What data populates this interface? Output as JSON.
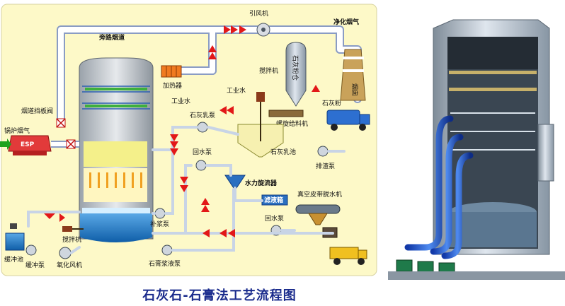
{
  "labels": {
    "induced_fan": "引风机",
    "clean_gas": "净化烟气",
    "bypass_duct": "旁路烟道",
    "chimney": "烟囱",
    "heater": "加热器",
    "lime_silo": "石灰粉仓",
    "agitator": "搅拌机",
    "process_water_top": "工业水",
    "process_water_mid": "工业水",
    "lime_powder": "石灰粉",
    "screw_feeder": "螺旋给料机",
    "damper": "烟道挡板阀",
    "boiler_gas": "锅炉烟气",
    "esp": "ESP",
    "lime_slurry_pump": "石灰乳泵",
    "lime_slurry_tank": "石灰乳池",
    "discharge_pump": "排渣泵",
    "return_pump_1": "回水泵",
    "hydrocyclone": "水力旋流器",
    "filtrate": "滤液箱",
    "vacuum_filter": "真空皮带脱水机",
    "return_pump_2": "回水泵",
    "makeup_pump": "补浆泵",
    "mixer": "搅拌机",
    "oxidation_fan": "氧化风机",
    "gypsum_pump": "石膏浆液泵",
    "flush_tank": "缓冲池",
    "flush_pump": "缓冲泵"
  },
  "caption": "石灰石-石膏法工艺流程图",
  "colors": {
    "background": "#fdf9c8",
    "pipe": "#ffffff",
    "pipe_edge": "#8a9cc4",
    "arrow": "#e21818",
    "water": "#1e79c8",
    "accent_blue": "#1f3f9a"
  }
}
